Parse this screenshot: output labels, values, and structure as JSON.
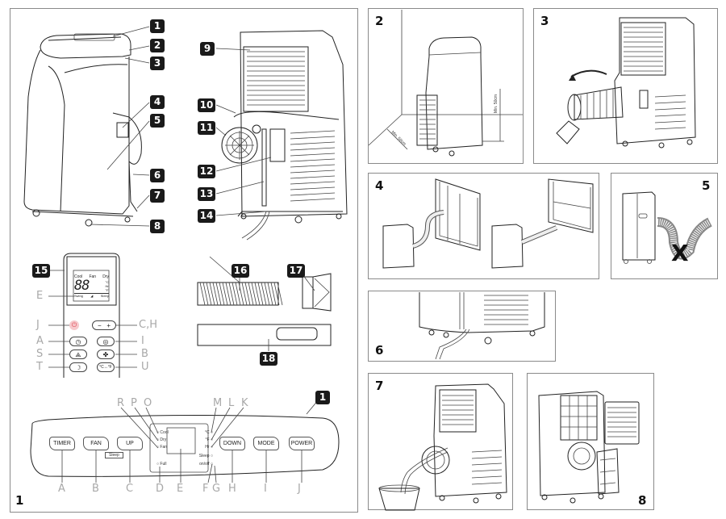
{
  "figures": {
    "fig1": {
      "number": "1"
    },
    "fig2": {
      "number": "2",
      "clearance_side": "Min. 50cm",
      "clearance_back": "Min. 50cm"
    },
    "fig3": {
      "number": "3"
    },
    "fig4": {
      "number": "4"
    },
    "fig5": {
      "number": "5",
      "mark": "X"
    },
    "fig6": {
      "number": "6"
    },
    "fig7": {
      "number": "7"
    },
    "fig8": {
      "number": "8"
    }
  },
  "callouts": [
    "1",
    "2",
    "3",
    "4",
    "5",
    "6",
    "7",
    "8",
    "9",
    "10",
    "11",
    "12",
    "13",
    "14",
    "15",
    "16",
    "17",
    "18"
  ],
  "remote": {
    "lcd": {
      "modes": [
        "Cool",
        "Fan",
        "Dry"
      ],
      "digits": "88",
      "units": [
        "°C",
        "Hr",
        "°F"
      ],
      "bottom": [
        "Swing",
        "Sleep"
      ]
    },
    "letters_left": [
      "E",
      "J",
      "A",
      "S",
      "T"
    ],
    "letters_right": [
      "C,H",
      "I",
      "B",
      "U"
    ],
    "buttons": {
      "minus": "−",
      "plus": "+",
      "timer": "◷",
      "mode": "◎",
      "swing": "⟁",
      "fan": "✤",
      "sleep": "☽",
      "unit": "°C↔°F",
      "power": "⏻"
    }
  },
  "control_panel": {
    "buttons": [
      "TIMER",
      "FAN",
      "UP",
      "DOWN",
      "MODE",
      "POWER"
    ],
    "sleep_label": "Sleep",
    "indicators_left": [
      "Cool",
      "Dry",
      "Fan"
    ],
    "indicator_full": "Full",
    "indicators_right": [
      "°C",
      "°F",
      "Hr",
      "Sleep",
      "on/off"
    ],
    "letters_top": [
      "R",
      "P",
      "O",
      "M",
      "L",
      "K"
    ],
    "letters_bottom": [
      "A",
      "B",
      "C",
      "D",
      "E",
      "F",
      "G",
      "H",
      "I",
      "J"
    ]
  },
  "colors": {
    "power_accent": "#e04a55",
    "label_gray": "#a8a8a8",
    "badge": "#1a1a1a"
  }
}
